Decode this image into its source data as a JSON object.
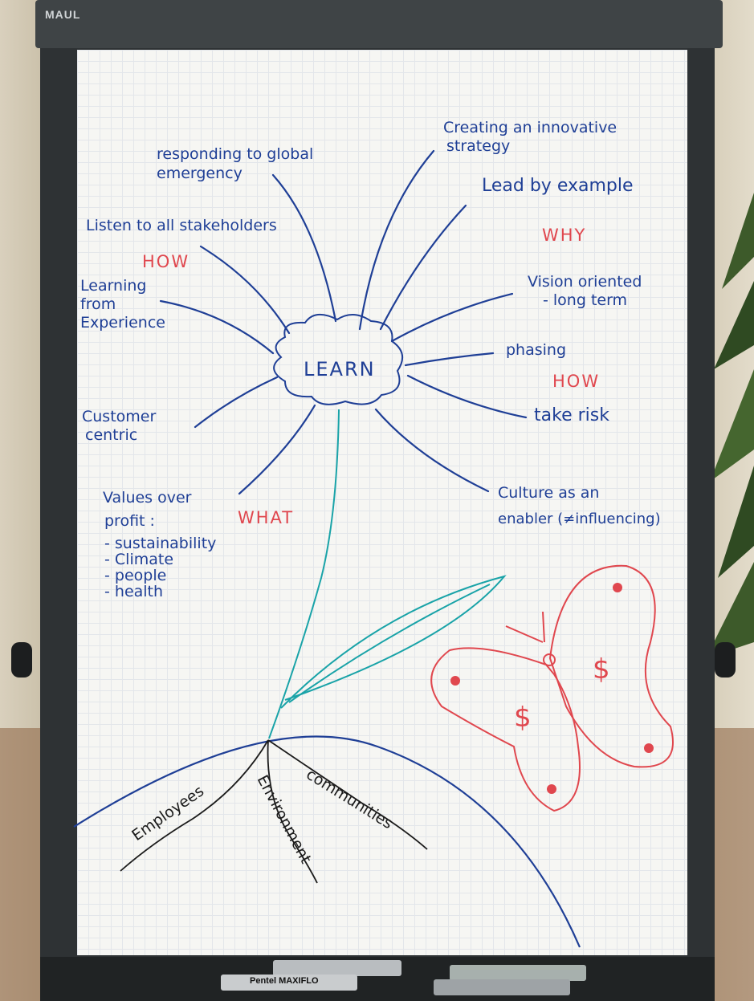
{
  "flipchart": {
    "brand": "MAUL",
    "center_label": "LEARN",
    "branches": {
      "responding": [
        "responding to global",
        "emergency"
      ],
      "innovative": [
        "Creating an innovative",
        "strategy"
      ],
      "lead": "Lead by example",
      "listen": "Listen to all stakeholders",
      "learning": [
        "Learning",
        "from",
        "Experience"
      ],
      "vision": [
        "Vision oriented",
        "- long term"
      ],
      "phasing": "phasing",
      "take_risk": "take risk",
      "customer": [
        "Customer",
        "centric"
      ],
      "culture": [
        "Culture as an",
        "enabler (≠influencing)"
      ],
      "values": [
        "Values over",
        "profit :",
        "- sustainability",
        "- Climate",
        "- people",
        "- health"
      ]
    },
    "labels": {
      "why": "WHY",
      "how_left": "HOW",
      "how_right": "HOW",
      "what": "WHAT"
    },
    "roots": [
      "Employees",
      "Environment",
      "communities"
    ],
    "butterfly_symbol": "$",
    "marker_brand": "Pentel MAXIFLO"
  },
  "colors": {
    "blue_ink": "#1f3f96",
    "red_ink": "#e0474e",
    "teal_ink": "#19a3a8",
    "black_ink": "#1b1b1b",
    "paper": "#f6f6f3"
  }
}
